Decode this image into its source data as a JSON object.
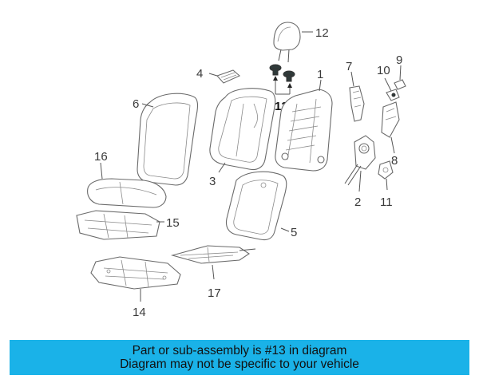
{
  "diagram": {
    "callouts": [
      {
        "id": "1",
        "label": "1"
      },
      {
        "id": "2",
        "label": "2"
      },
      {
        "id": "3",
        "label": "3"
      },
      {
        "id": "4",
        "label": "4"
      },
      {
        "id": "5",
        "label": "5"
      },
      {
        "id": "6",
        "label": "6"
      },
      {
        "id": "7",
        "label": "7"
      },
      {
        "id": "8",
        "label": "8"
      },
      {
        "id": "9",
        "label": "9"
      },
      {
        "id": "10",
        "label": "10"
      },
      {
        "id": "11",
        "label": "11"
      },
      {
        "id": "12",
        "label": "12"
      },
      {
        "id": "13",
        "label": "13",
        "highlighted": true
      },
      {
        "id": "14",
        "label": "14"
      },
      {
        "id": "15",
        "label": "15"
      },
      {
        "id": "16",
        "label": "16"
      },
      {
        "id": "17",
        "label": "17"
      }
    ]
  },
  "banner": {
    "line1": "Part or sub-assembly is #13 in diagram",
    "line2": "Diagram may not be specific to your vehicle",
    "background": "#1ab2e8"
  }
}
